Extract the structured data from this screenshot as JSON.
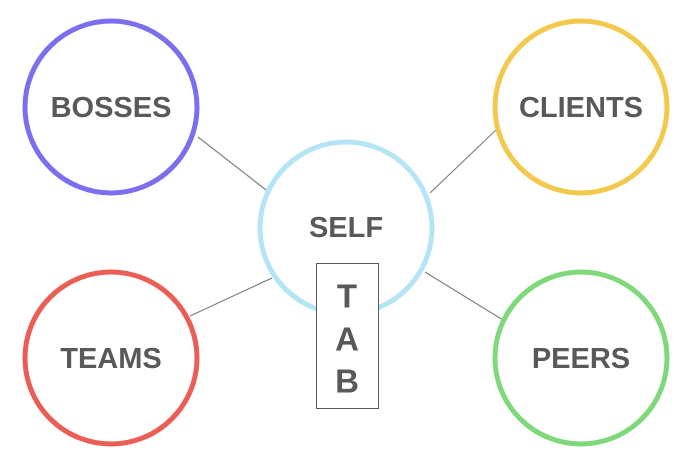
{
  "nodes": {
    "bosses": {
      "label": "BOSSES",
      "color": "#7b6ff0"
    },
    "clients": {
      "label": "CLIENTS",
      "color": "#f2c94c"
    },
    "self": {
      "label": "SELF",
      "color": "#b3e5f7"
    },
    "teams": {
      "label": "TEAMS",
      "color": "#eb5e55"
    },
    "peers": {
      "label": "PEERS",
      "color": "#7fd97a"
    }
  },
  "tab": {
    "letters": [
      "T",
      "A",
      "B"
    ]
  },
  "styles": {
    "connector_color": "#7f7f7f",
    "text_color": "#595959"
  }
}
